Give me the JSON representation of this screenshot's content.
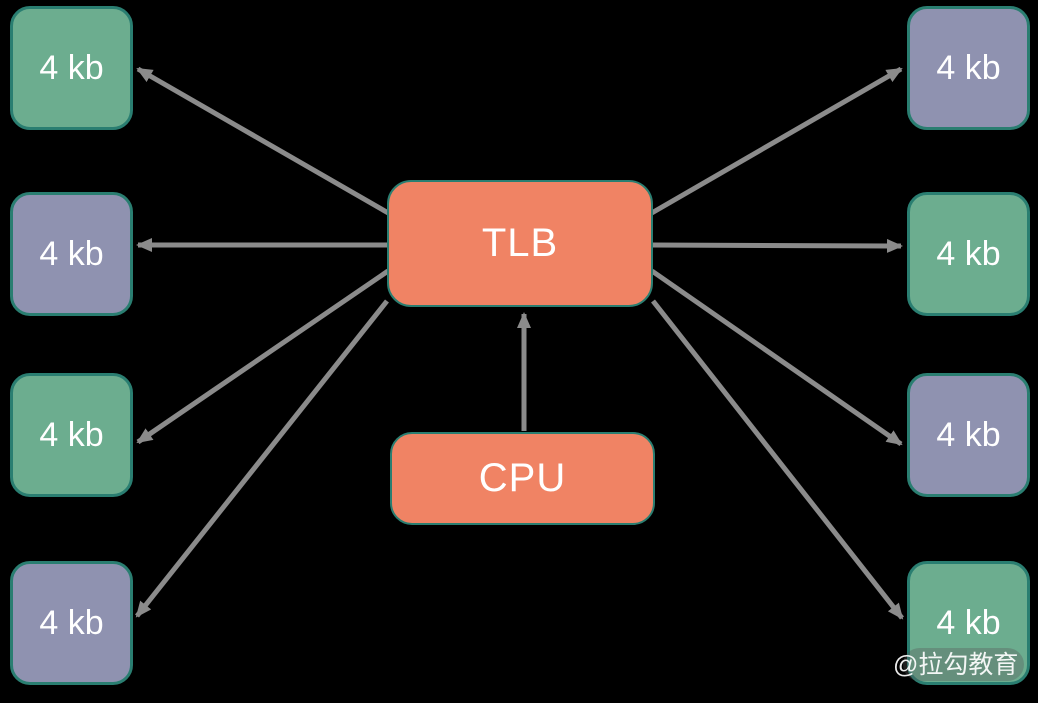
{
  "diagram": {
    "nodes": {
      "tlb": {
        "label": "TLB"
      },
      "cpu": {
        "label": "CPU"
      },
      "left_pages": [
        {
          "label": "4 kb",
          "color": "#6CAD8F"
        },
        {
          "label": "4 kb",
          "color": "#8F92B0"
        },
        {
          "label": "4 kb",
          "color": "#6CAD8F"
        },
        {
          "label": "4 kb",
          "color": "#8F92B0"
        }
      ],
      "right_pages": [
        {
          "label": "4 kb",
          "color": "#8F92B0"
        },
        {
          "label": "4 kb",
          "color": "#6CAD8F"
        },
        {
          "label": "4 kb",
          "color": "#8F92B0"
        },
        {
          "label": "4 kb",
          "color": "#6CAD8F"
        }
      ]
    },
    "colors": {
      "center_fill": "#F08364",
      "page_green": "#6CAD8F",
      "page_purple": "#8F92B0",
      "node_border": "#2A7E71",
      "arrow": "#8B8B8B",
      "text": "#FFFFFF",
      "background": "#000000",
      "watermark_bg": "rgba(90,90,90,0.35)",
      "watermark_text": "rgba(255,255,255,0.92)"
    },
    "watermark": "@拉勾教育"
  }
}
